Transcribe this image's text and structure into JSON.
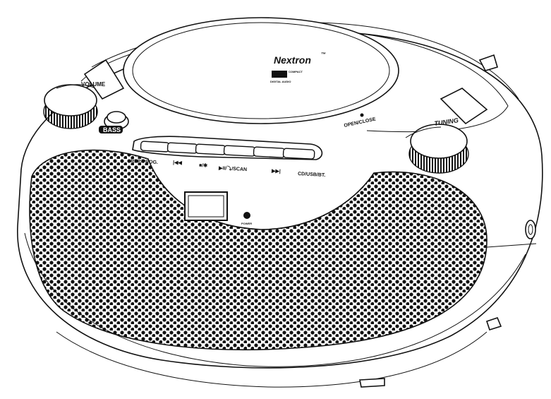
{
  "brand": {
    "name": "Nextron",
    "trademark": "™"
  },
  "disc_logo": {
    "line1": "COMPACT",
    "line2": "DIGITAL AUDIO",
    "icon": "compact-disc-logo"
  },
  "labels": {
    "volume": "VOLUME",
    "bass": "BASS",
    "tuning": "TUNING",
    "open_close": "OPEN/CLOSE",
    "power": "POWER"
  },
  "buttons": [
    {
      "id": "rep-prog",
      "label": "REP/PROG."
    },
    {
      "id": "prev",
      "label": "|◀◀"
    },
    {
      "id": "stop",
      "label": "■/✱"
    },
    {
      "id": "play",
      "label": "▶II/⤵/SCAN"
    },
    {
      "id": "next",
      "label": "▶▶|"
    },
    {
      "id": "mode",
      "label": "CD/USB/BT."
    }
  ],
  "icons": [
    "volume-knob-icon",
    "tuning-knob-icon",
    "power-led-icon",
    "speaker-grille-icon"
  ]
}
